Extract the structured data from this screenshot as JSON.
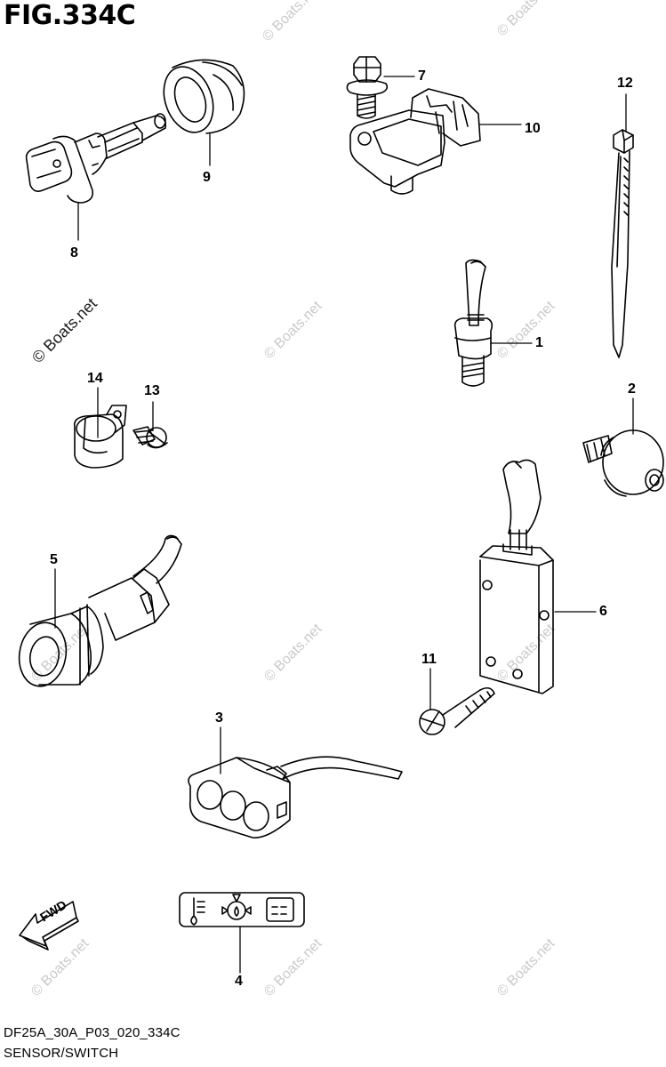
{
  "figure": {
    "title": "FIG.334C",
    "code": "DF25A_30A_P03_020_334C",
    "caption": "SENSOR/SWITCH"
  },
  "watermark": {
    "text": "© Boats.net"
  },
  "fwd_arrow": {
    "label": "FWD",
    "icon": "fwd-arrow-icon"
  },
  "callouts": [
    {
      "id": "1",
      "label": "1"
    },
    {
      "id": "2",
      "label": "2"
    },
    {
      "id": "3",
      "label": "3"
    },
    {
      "id": "4",
      "label": "4"
    },
    {
      "id": "5",
      "label": "5"
    },
    {
      "id": "6",
      "label": "6"
    },
    {
      "id": "7",
      "label": "7"
    },
    {
      "id": "8",
      "label": "8"
    },
    {
      "id": "9",
      "label": "9"
    },
    {
      "id": "10",
      "label": "10"
    },
    {
      "id": "11",
      "label": "11"
    },
    {
      "id": "12",
      "label": "12"
    },
    {
      "id": "13",
      "label": "13"
    },
    {
      "id": "14",
      "label": "14"
    }
  ]
}
